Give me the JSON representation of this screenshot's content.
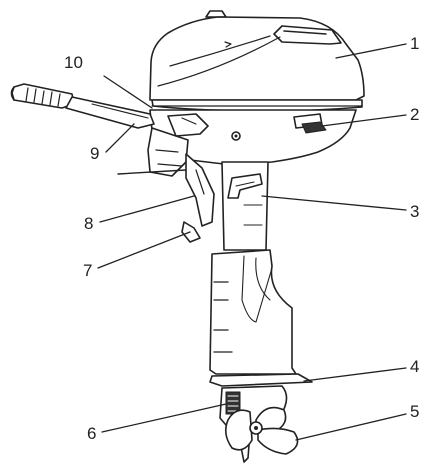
{
  "diagram": {
    "callouts": [
      {
        "id": "c1",
        "number": "1"
      },
      {
        "id": "c2",
        "number": "2"
      },
      {
        "id": "c3",
        "number": "3"
      },
      {
        "id": "c4",
        "number": "4"
      },
      {
        "id": "c5",
        "number": "5"
      },
      {
        "id": "c6",
        "number": "6"
      },
      {
        "id": "c7",
        "number": "7"
      },
      {
        "id": "c8",
        "number": "8"
      },
      {
        "id": "c9",
        "number": "9"
      },
      {
        "id": "c10",
        "number": "10"
      }
    ]
  },
  "colors": {
    "line": "#222222",
    "background": "#ffffff"
  }
}
